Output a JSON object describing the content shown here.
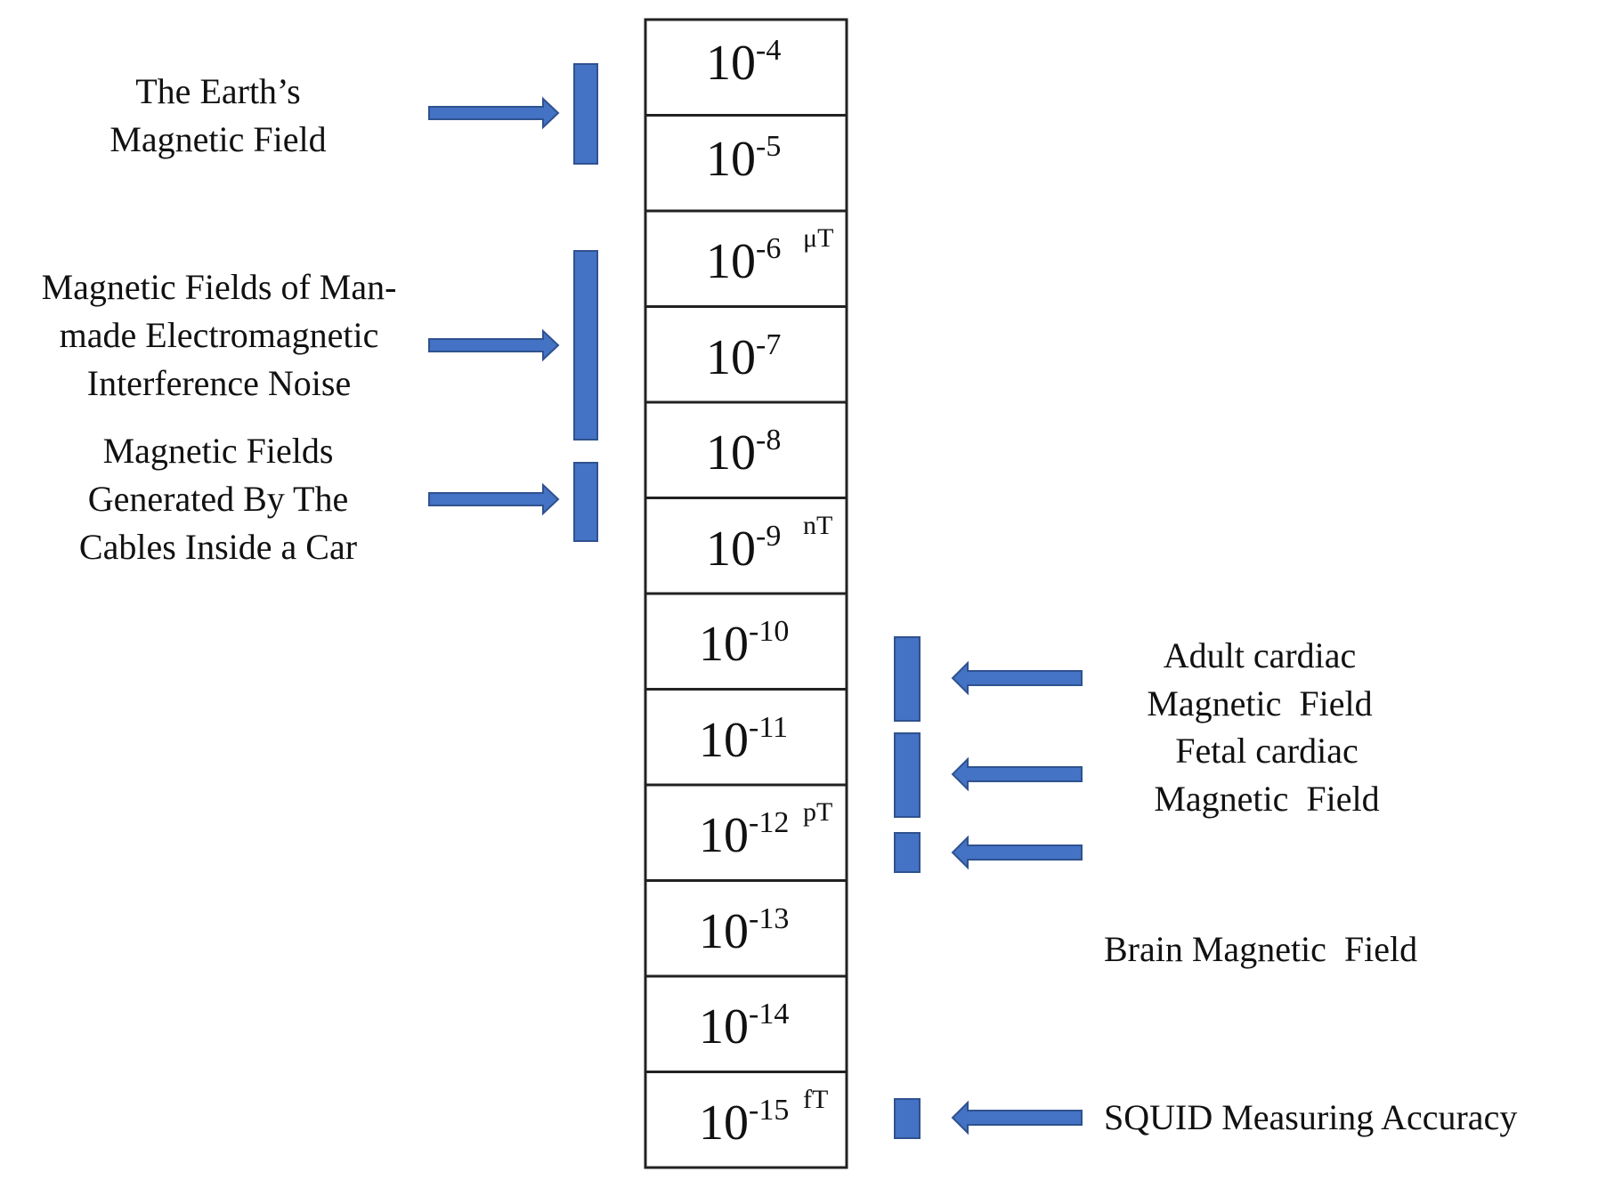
{
  "scale": {
    "base": "10",
    "rows": [
      {
        "exponent": "-4",
        "unit": ""
      },
      {
        "exponent": "-5",
        "unit": ""
      },
      {
        "exponent": "-6",
        "unit": "μT"
      },
      {
        "exponent": "-7",
        "unit": ""
      },
      {
        "exponent": "-8",
        "unit": ""
      },
      {
        "exponent": "-9",
        "unit": "nT"
      },
      {
        "exponent": "-10",
        "unit": ""
      },
      {
        "exponent": "-11",
        "unit": ""
      },
      {
        "exponent": "-12",
        "unit": "pT"
      },
      {
        "exponent": "-13",
        "unit": ""
      },
      {
        "exponent": "-14",
        "unit": ""
      },
      {
        "exponent": "-15",
        "unit": "fT"
      }
    ]
  },
  "left_sources": [
    {
      "lines": [
        "The Earth’s",
        "Magnetic Field"
      ]
    },
    {
      "lines": [
        "Magnetic Fields of Man-",
        "made Electromagnetic",
        "Interference Noise"
      ]
    },
    {
      "lines": [
        "Magnetic Fields",
        "Generated By The",
        "Cables Inside a Car"
      ]
    }
  ],
  "right_sources": [
    {
      "lines": [
        "Adult cardiac",
        "Magnetic  Field"
      ]
    },
    {
      "lines": [
        "Fetal cardiac",
        "Magnetic  Field"
      ]
    },
    {
      "lines": [
        "Brain Magnetic  Field"
      ]
    },
    {
      "lines": [
        "SQUID Measuring Accuracy"
      ]
    }
  ],
  "colors": {
    "bar": "#4472C4",
    "outline": "#222222"
  }
}
